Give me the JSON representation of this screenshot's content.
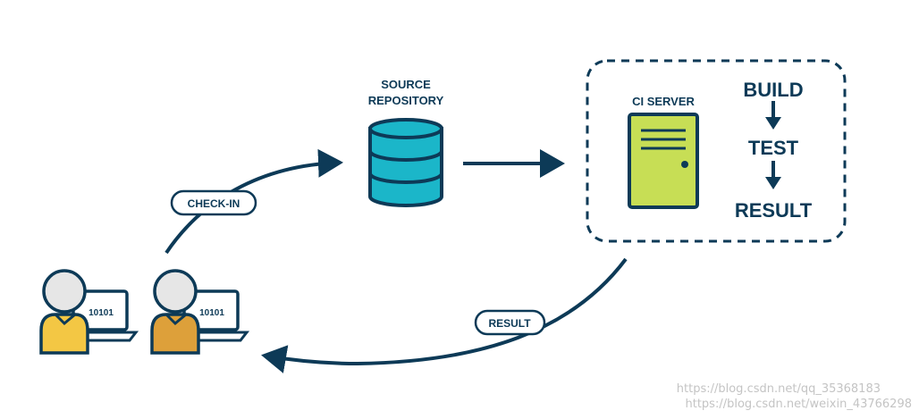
{
  "nodes": {
    "source_repository": {
      "line1": "SOURCE",
      "line2": "REPOSITORY"
    },
    "ci_server": {
      "label": "CI SERVER"
    },
    "pipeline": {
      "build": "BUILD",
      "test": "TEST",
      "result": "RESULT"
    },
    "developer_screen_1": "10101",
    "developer_screen_2": "10101"
  },
  "edges": {
    "check_in": "CHECK-IN",
    "result": "RESULT"
  },
  "watermark": {
    "line1": "https://blog.csdn.net/qq_35368183",
    "line2": "https://blog.csdn.net/weixin_43766298"
  },
  "colors": {
    "navy": "#0d3a57",
    "db_teal": "#1bb6c9",
    "server_green": "#c7de55",
    "dev1_yellow": "#f3c744",
    "dev2_orange": "#dda03a",
    "head_gray": "#e6e6e6"
  }
}
